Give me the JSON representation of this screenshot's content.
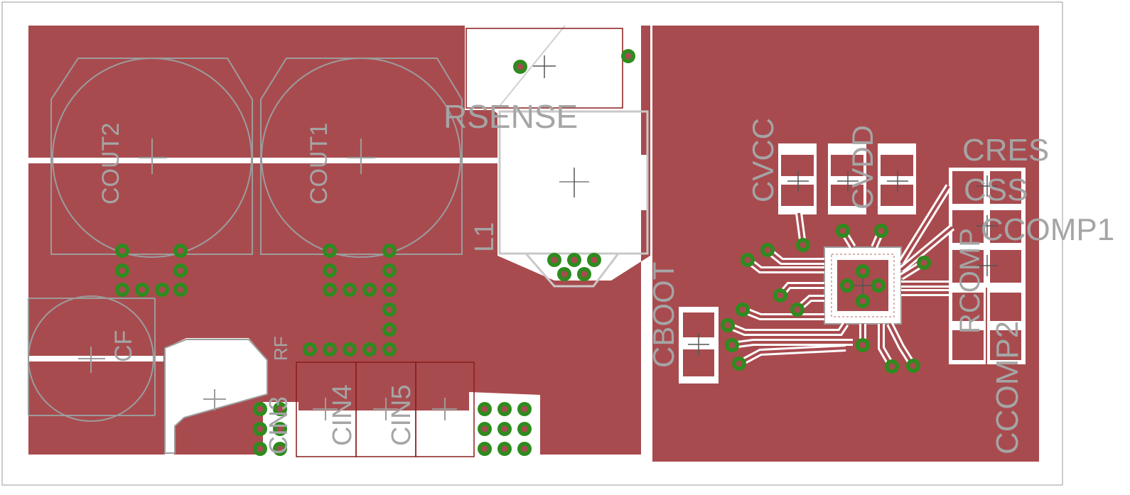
{
  "colors": {
    "background": "#ffffff",
    "copper": "#a84b4f",
    "silkscreen": "#9c9c9c",
    "pad_outline": "#8a1c1c",
    "via": "#2e8b1e",
    "label": "#a5a5a5"
  },
  "labels": {
    "rsense": "RSENSE",
    "cout1": "COUT1",
    "cout2": "COUT2",
    "l1": "L1",
    "cboot": "CBOOT",
    "cvcc": "CVCC",
    "cvdd": "CVDD",
    "cres": "CRES",
    "css": "CSS",
    "ccomp1": "CCOMP1",
    "ccomp2": "CCOMP2",
    "rcomp": "RCOMP",
    "cf": "CF",
    "cin3": "CIN3",
    "cin4": "CIN4",
    "cin5": "CIN5",
    "rf": "RF"
  }
}
